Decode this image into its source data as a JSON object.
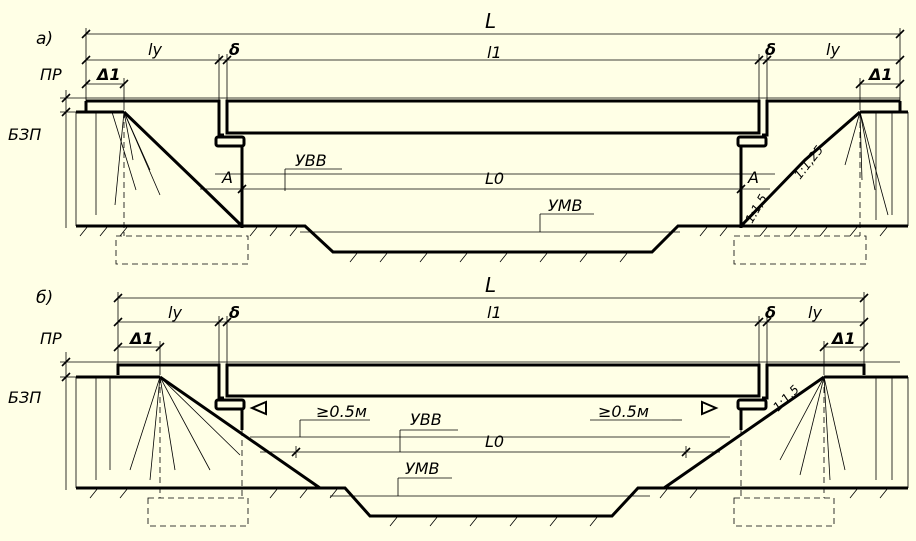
{
  "diagram_a": {
    "label": "а)",
    "L": "L",
    "ly_left": "lу",
    "ly_right": "lу",
    "delta_left": "δ",
    "delta_right": "δ",
    "l1": "l1",
    "d1_left": "Δ1",
    "d1_right": "Δ1",
    "PR": "ПР",
    "BZP": "БЗП",
    "UVV": "УВВ",
    "UMV": "УМВ",
    "L0": "L0",
    "A_left": "A",
    "A_right": "A",
    "slope_1_125": "1:1,25",
    "slope_1_15": "1:1,5"
  },
  "diagram_b": {
    "label": "б)",
    "L": "L",
    "ly_left": "lу",
    "ly_right": "lу",
    "delta_left": "δ",
    "delta_right": "δ",
    "l1": "l1",
    "d1_left": "Δ1",
    "d1_right": "Δ1",
    "PR": "ПР",
    "BZP": "БЗП",
    "UVV": "УВВ",
    "UMV": "УМВ",
    "L0": "L0",
    "clear_left": "≥0.5м",
    "clear_right": "≥0.5м",
    "slope_1_15": "1:1,5"
  }
}
